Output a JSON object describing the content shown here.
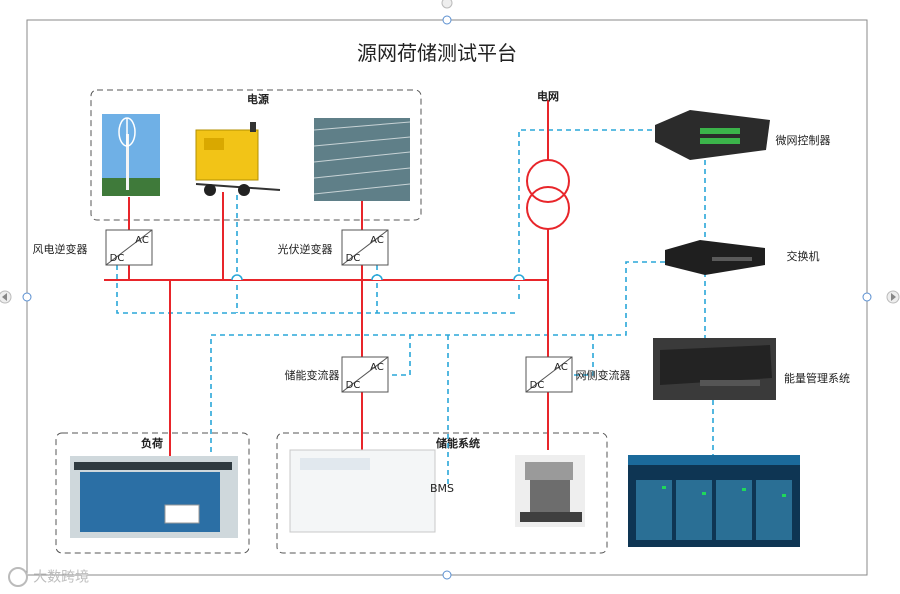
{
  "title": "源网荷储测试平台",
  "groups": {
    "power": "电源",
    "load": "负荷",
    "storage": "储能系统"
  },
  "grid": {
    "label": "电网"
  },
  "converters": {
    "wind": {
      "label": "风电逆变器",
      "ac": "AC",
      "dc": "DC"
    },
    "pv": {
      "label": "光伏逆变器",
      "ac": "AC",
      "dc": "DC"
    },
    "storage": {
      "label": "储能变流器",
      "ac": "AC",
      "dc": "DC"
    },
    "grid_side": {
      "label": "网侧变流器",
      "ac": "AC",
      "dc": "DC"
    }
  },
  "devices": {
    "controller": "微网控制器",
    "switch": "交换机",
    "ems": "能量管理系统",
    "bms": "BMS"
  },
  "watermark": "大数跨境",
  "colors": {
    "power_line": "#e8252a",
    "comm_line": "#2aa7d8",
    "box_border": "#555555"
  }
}
